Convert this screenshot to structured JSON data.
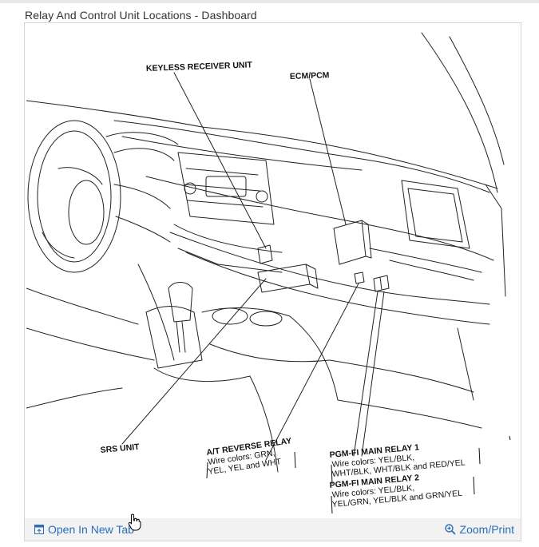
{
  "page_title": "Relay And Control Unit Locations - Dashboard",
  "figure": {
    "labels": {
      "keyless": "KEYLESS RECEIVER UNIT",
      "ecm": "ECM/PCM",
      "srs": "SRS UNIT",
      "at_relay": "A/T REVERSE RELAY",
      "at_wire1": "Wire colors: GRN,",
      "at_wire2": "YEL, YEL and WHT",
      "pgm1": "PGM-FI MAIN RELAY 1",
      "pgm1_wire1": "Wire colors: YEL/BLK,",
      "pgm1_wire2": "WHT/BLK, WHT/BLK and RED/YEL",
      "pgm2": "PGM-FI MAIN RELAY 2",
      "pgm2_wire1": "Wire colors: YEL/BLK,",
      "pgm2_wire2": "YEL/GRN, YEL/BLK and GRN/YEL"
    }
  },
  "footer": {
    "open_new_tab": "Open In New Tab",
    "zoom_print": "Zoom/Print"
  },
  "colors": {
    "link": "#2a6ebb",
    "footer_bg": "#f2f2f2",
    "title_text": "#333333"
  },
  "icons": {
    "open_tab": "open-in-new-tab-icon",
    "zoom": "magnifier-plus-icon",
    "cursor": "hand-pointer-cursor-icon"
  }
}
